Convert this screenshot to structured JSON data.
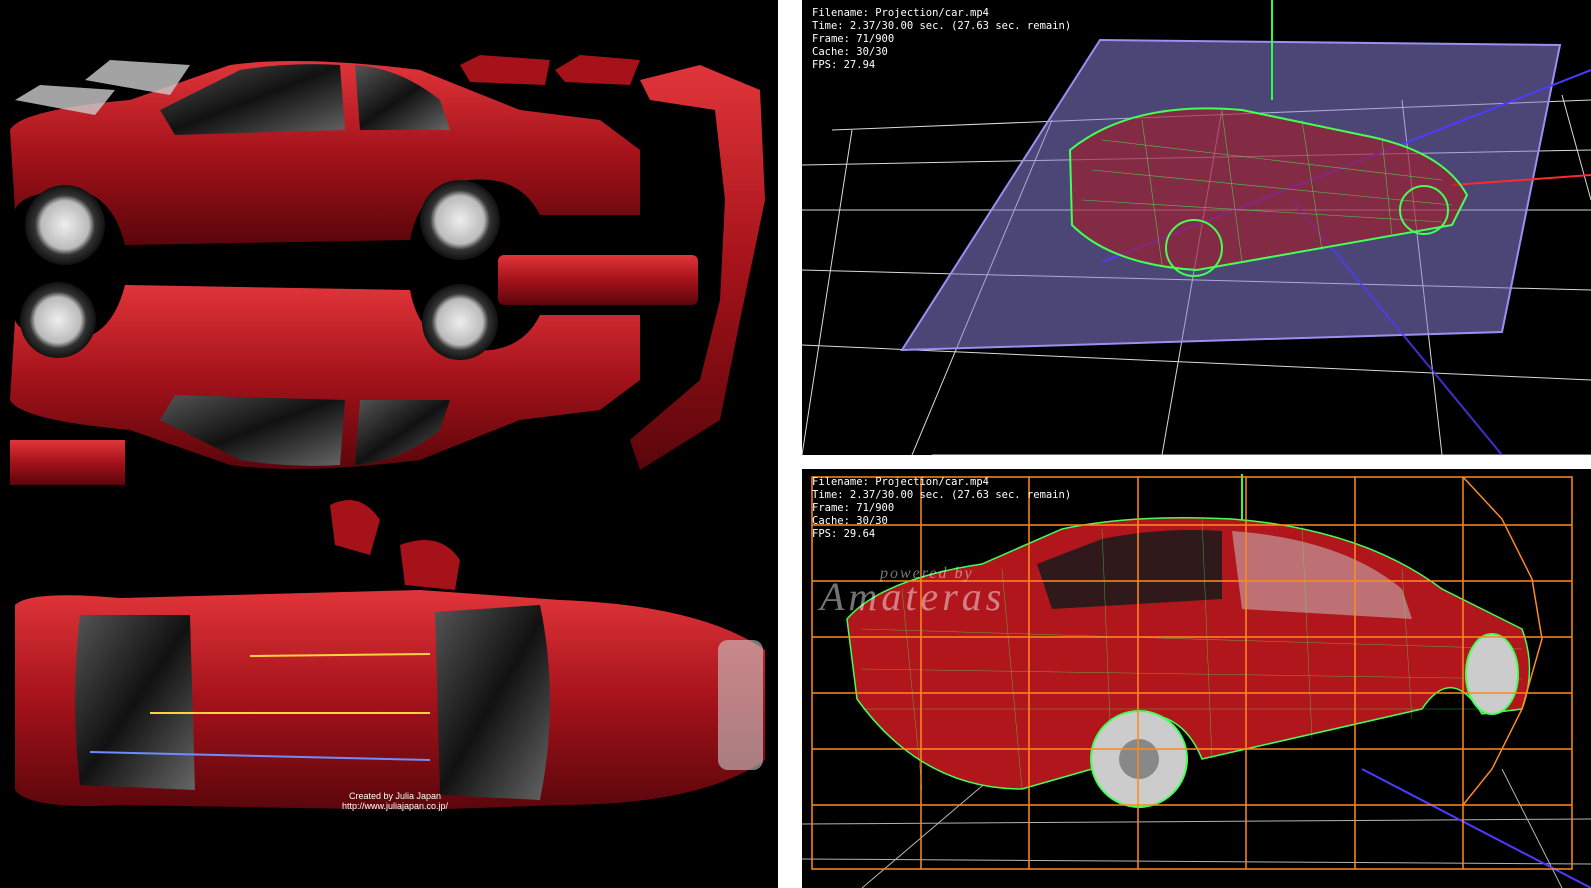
{
  "texture_credit": {
    "line1": "Created by Julia Japan",
    "line2": "http://www.juliajapan.co.jp/"
  },
  "viewport_top": {
    "filename": "Filename: Projection/car.mp4",
    "time": "Time: 2.37/30.00 sec. (27.63 sec. remain)",
    "frame": "Frame: 71/900",
    "cache": "Cache: 30/30",
    "fps": "FPS: 27.94"
  },
  "viewport_bottom": {
    "filename": "Filename: Projection/car.mp4",
    "time": "Time: 2.37/30.00 sec. (27.63 sec. remain)",
    "frame": "Frame: 71/900",
    "cache": "Cache: 30/30",
    "fps": "FPS: 29.64",
    "watermark_small": "powered by",
    "watermark_big": "Amateras"
  },
  "colors": {
    "car_red": "#b0161c",
    "wire_green": "#44ff55",
    "plane_purple": "#8a7fd8",
    "cage_orange": "#ff8a1e",
    "grid_white": "#ffffff"
  }
}
